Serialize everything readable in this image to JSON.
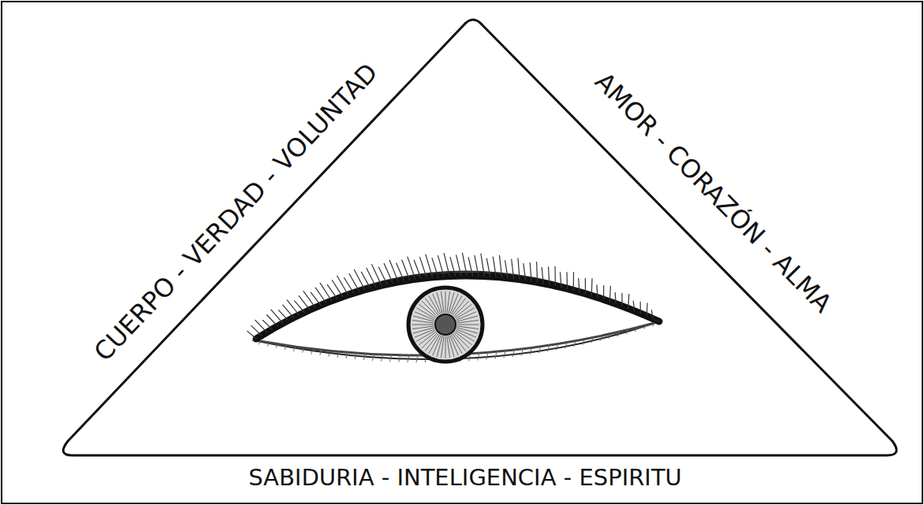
{
  "diagram": {
    "labels": [
      "CUERPO - VERDAD - VOLUNTAD",
      "AMOR - CORAZÓN - ALMA",
      "SABIDURIA - INTELIGENCIA - ESPIRITU"
    ]
  }
}
